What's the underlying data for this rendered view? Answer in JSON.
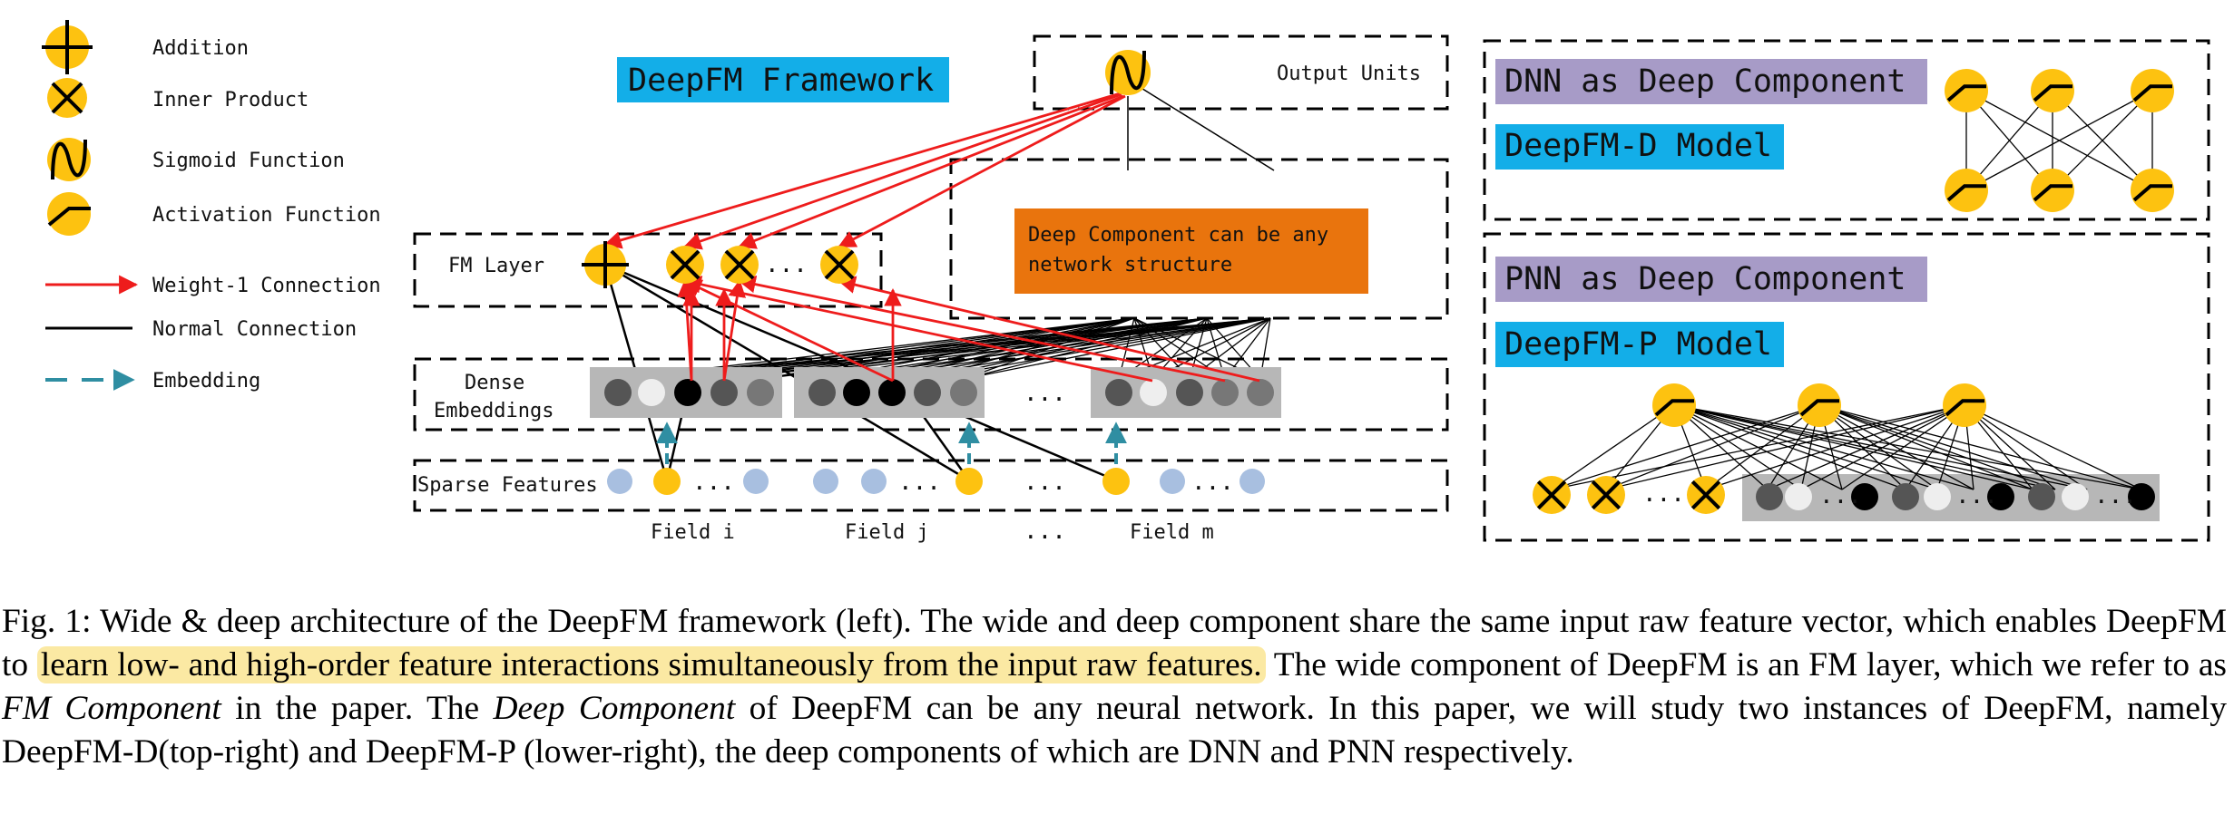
{
  "legend": [
    {
      "symbol": "addition",
      "label": "Addition"
    },
    {
      "symbol": "inner-product",
      "label": "Inner Product"
    },
    {
      "symbol": "sigmoid",
      "label": "Sigmoid Function"
    },
    {
      "symbol": "activation",
      "label": "Activation Function"
    },
    {
      "symbol": "weight-1",
      "label": "Weight-1 Connection"
    },
    {
      "symbol": "normal",
      "label": "Normal Connection"
    },
    {
      "symbol": "embedding",
      "label": "Embedding"
    }
  ],
  "colors": {
    "node_yellow": "#fdc210",
    "label_blue": "#13aee8",
    "label_purple": "#a79bc7",
    "deep_orange": "#e9740d",
    "weight_red": "#ee1c1c",
    "embed_teal": "#2f8ea2",
    "sparse_blue": "#a8bfe0",
    "embed_panel": "#b7b7b7",
    "caption_highlight": "#fbe9a3"
  },
  "main": {
    "framework_title": "DeepFM Framework",
    "output_units": "Output Units",
    "fm_layer": "FM Layer",
    "deep_component_note_line1": "Deep Component can be any",
    "deep_component_note_line2": "network structure",
    "dense_line1": "Dense",
    "dense_line2": "Embeddings",
    "sparse_features": "Sparse Features",
    "ellipsis": "...",
    "fields": [
      "Field i",
      "Field j",
      "...",
      "Field m"
    ]
  },
  "dnn_panel": {
    "title": "DNN as Deep Component",
    "model": "DeepFM-D Model"
  },
  "pnn_panel": {
    "title": "PNN as Deep Component",
    "model": "DeepFM-P Model"
  },
  "caption": {
    "prefix": "Fig. 1: Wide & deep architecture of the DeepFM framework (left). The wide and deep component share the same input raw feature vector, which enables DeepFM to ",
    "highlight": "learn low- and high-order feature interactions simultaneously from the input raw features.",
    "part3": " The wide component of DeepFM is an FM layer, which we refer to as ",
    "fm_component": "FM Component",
    "part4": " in the paper. The ",
    "deep_component": "Deep Component",
    "part5": " of DeepFM can be any neural network. In this paper, we will study two instances of DeepFM, namely DeepFM-D(top-right) and DeepFM-P (lower-right), the deep components of which are DNN and PNN respectively."
  }
}
